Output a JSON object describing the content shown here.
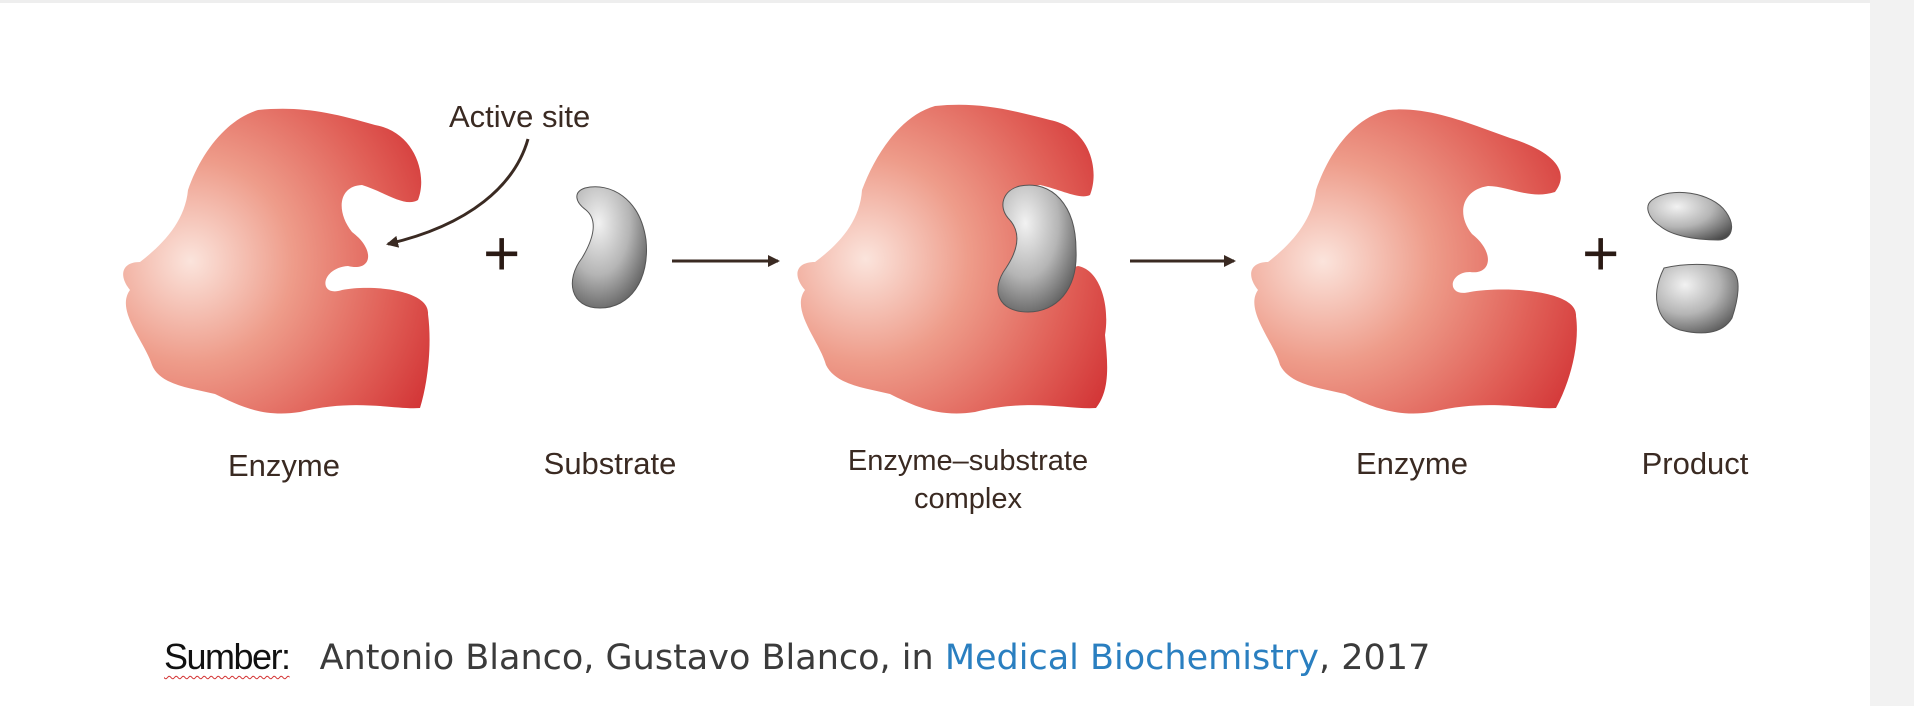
{
  "diagram": {
    "active_site_label": "Active site",
    "plus_symbol": "+",
    "labels": {
      "enzyme_1": "Enzyme",
      "substrate": "Substrate",
      "complex_line1": "Enzyme–substrate",
      "complex_line2": "complex",
      "enzyme_2": "Enzyme",
      "product": "Product"
    },
    "colors": {
      "enzyme": "#d83b3b",
      "substrate": "#7a7a7a",
      "text": "#3a2a22"
    }
  },
  "caption": {
    "source_label": "Sumber:",
    "authors": "Antonio Blanco, Gustavo Blanco, in ",
    "book_title": "Medical Biochemistry",
    "year_suffix": ", 2017"
  }
}
